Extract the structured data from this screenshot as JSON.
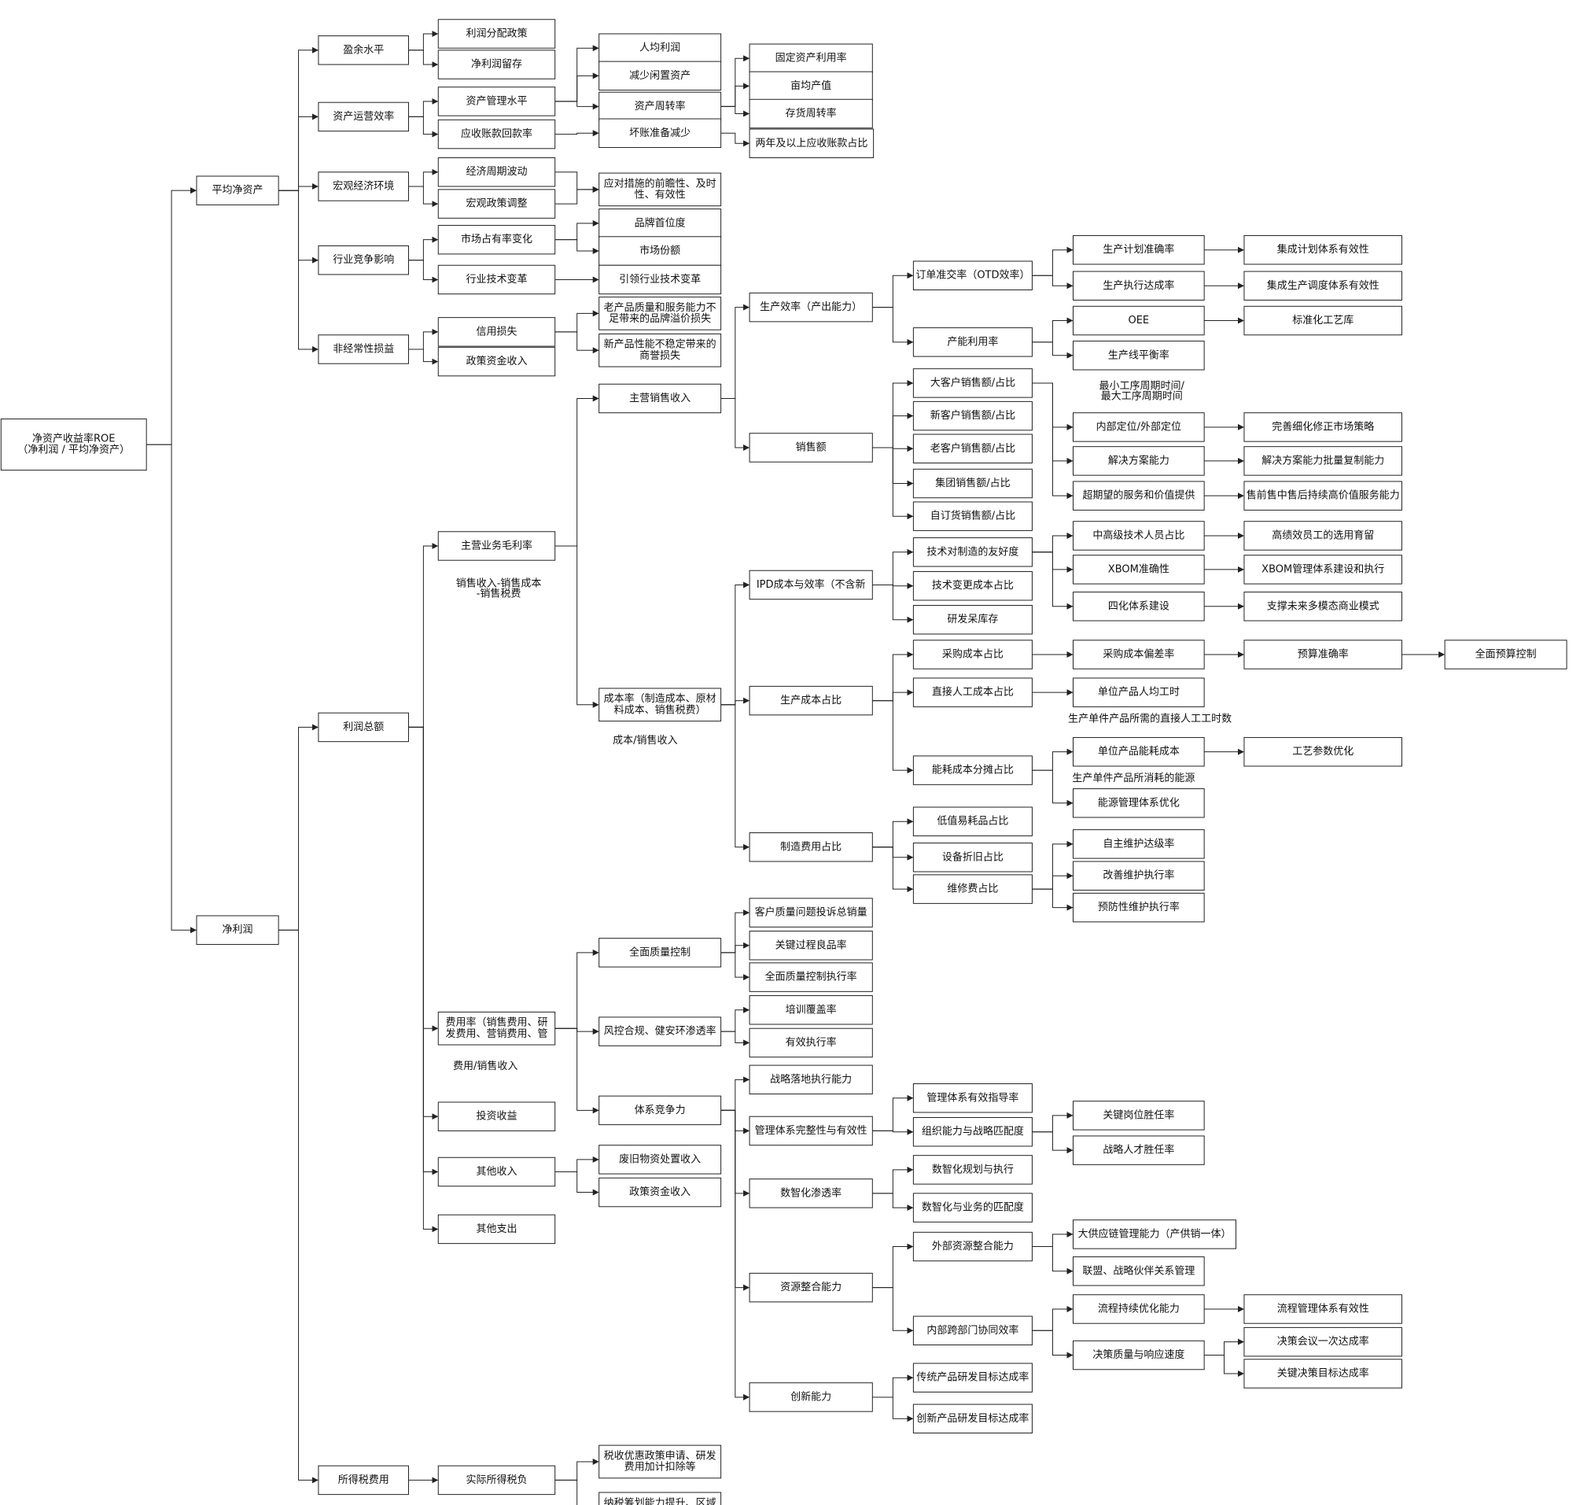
{
  "colors": {
    "line": "#222222",
    "box_fill": "#ffffff",
    "text": "#111111",
    "background": "#ffffff"
  },
  "nodes": [
    {
      "id": "root",
      "lines": [
        "净资产收益率ROE",
        "（净利润 / 平均净资产）"
      ]
    },
    {
      "id": "avg_assets",
      "lines": [
        "平均净资产"
      ]
    },
    {
      "id": "net_profit",
      "lines": [
        "净利润"
      ]
    },
    {
      "id": "surplus",
      "lines": [
        "盈余水平"
      ]
    },
    {
      "id": "asset_eff",
      "lines": [
        "资产运营效率"
      ]
    },
    {
      "id": "macro",
      "lines": [
        "宏观经济环境"
      ]
    },
    {
      "id": "industry",
      "lines": [
        "行业竞争影响"
      ]
    },
    {
      "id": "nonrecurring",
      "lines": [
        "非经常性损益"
      ]
    },
    {
      "id": "profit_dist",
      "lines": [
        "利润分配政策"
      ]
    },
    {
      "id": "retained",
      "lines": [
        "净利润留存"
      ]
    },
    {
      "id": "asset_mgmt",
      "lines": [
        "资产管理水平"
      ]
    },
    {
      "id": "receivable",
      "lines": [
        "应收账款回款率"
      ]
    },
    {
      "id": "cycle",
      "lines": [
        "经济周期波动"
      ]
    },
    {
      "id": "policy_adj",
      "lines": [
        "宏观政策调整"
      ]
    },
    {
      "id": "share_change",
      "lines": [
        "市场占有率变化"
      ]
    },
    {
      "id": "tech_change",
      "lines": [
        "行业技术变革"
      ]
    },
    {
      "id": "credit_loss",
      "lines": [
        "信用损失"
      ]
    },
    {
      "id": "gov_income1",
      "lines": [
        "政策资金收入"
      ]
    },
    {
      "id": "per_capita",
      "lines": [
        "人均利润"
      ]
    },
    {
      "id": "idle_assets",
      "lines": [
        "减少闲置资产"
      ]
    },
    {
      "id": "asset_turnover",
      "lines": [
        "资产周转率"
      ]
    },
    {
      "id": "bad_debt",
      "lines": [
        "坏账准备减少"
      ]
    },
    {
      "id": "response",
      "lines": [
        "应对措施的前瞻性、及时",
        "性、有效性"
      ]
    },
    {
      "id": "brand_rank",
      "lines": [
        "品牌首位度"
      ]
    },
    {
      "id": "market_share",
      "lines": [
        "市场份额"
      ]
    },
    {
      "id": "lead_tech",
      "lines": [
        "引领行业技术变革"
      ]
    },
    {
      "id": "old_quality",
      "lines": [
        "老产品质量和服务能力不",
        "足带来的品牌溢价损失"
      ]
    },
    {
      "id": "new_unstable",
      "lines": [
        "新产品性能不稳定带来的",
        "商誉损失"
      ]
    },
    {
      "id": "fixed_asset",
      "lines": [
        "固定资产利用率"
      ]
    },
    {
      "id": "output_mu",
      "lines": [
        "亩均产值"
      ]
    },
    {
      "id": "inventory",
      "lines": [
        "存货周转率"
      ]
    },
    {
      "id": "two_year_ar",
      "lines": [
        "两年及以上应收账款占比"
      ]
    },
    {
      "id": "total_profit",
      "lines": [
        "利润总额"
      ]
    },
    {
      "id": "income_tax",
      "lines": [
        "所得税费用"
      ]
    },
    {
      "id": "gross_margin",
      "lines": [
        "主营业务毛利率"
      ]
    },
    {
      "id": "expense_rate",
      "lines": [
        "费用率（销售费用、研",
        "发费用、营销费用、管"
      ]
    },
    {
      "id": "invest_income",
      "lines": [
        "投资收益"
      ]
    },
    {
      "id": "other_income",
      "lines": [
        "其他收入"
      ]
    },
    {
      "id": "other_expense",
      "lines": [
        "其他支出"
      ]
    },
    {
      "id": "actual_tax",
      "lines": [
        "实际所得税负"
      ]
    },
    {
      "id": "main_sales",
      "lines": [
        "主营销售收入"
      ]
    },
    {
      "id": "cost_rate",
      "lines": [
        "成本率（制造成本、原材",
        "料成本、销售税费）"
      ]
    },
    {
      "id": "tqc",
      "lines": [
        "全面质量控制"
      ]
    },
    {
      "id": "risk",
      "lines": [
        "风控合规、健安环渗透率"
      ]
    },
    {
      "id": "system_comp",
      "lines": [
        "体系竞争力"
      ]
    },
    {
      "id": "scrap",
      "lines": [
        "废旧物资处置收入"
      ]
    },
    {
      "id": "gov_income2",
      "lines": [
        "政策资金收入"
      ]
    },
    {
      "id": "tax_pref",
      "lines": [
        "税收优惠政策申请、研发",
        "费用加计扣除等"
      ]
    },
    {
      "id": "tax_plan",
      "lines": [
        "纳税筹划能力提升、区域",
        "税收优惠政策利用"
      ]
    },
    {
      "id": "prod_eff",
      "lines": [
        "生产效率（产出能力）"
      ]
    },
    {
      "id": "sales_amt",
      "lines": [
        "销售额"
      ]
    },
    {
      "id": "ipd",
      "lines": [
        "IPD成本与效率（不含新"
      ]
    },
    {
      "id": "prod_cost",
      "lines": [
        "生产成本占比"
      ]
    },
    {
      "id": "mfg_exp",
      "lines": [
        "制造费用占比"
      ]
    },
    {
      "id": "complaints",
      "lines": [
        "客户质量问题投诉总销量"
      ]
    },
    {
      "id": "key_yield",
      "lines": [
        "关键过程良品率"
      ]
    },
    {
      "id": "tqc_exec",
      "lines": [
        "全面质量控制执行率"
      ]
    },
    {
      "id": "training",
      "lines": [
        "培训覆盖率"
      ]
    },
    {
      "id": "eff_exec",
      "lines": [
        "有效执行率"
      ]
    },
    {
      "id": "strategy",
      "lines": [
        "战略落地执行能力"
      ]
    },
    {
      "id": "mgmt_system",
      "lines": [
        "管理体系完整性与有效性"
      ]
    },
    {
      "id": "digital",
      "lines": [
        "数智化渗透率"
      ]
    },
    {
      "id": "resource",
      "lines": [
        "资源整合能力"
      ]
    },
    {
      "id": "innovation",
      "lines": [
        "创新能力"
      ]
    },
    {
      "id": "otd",
      "lines": [
        "订单准交率（OTD效率）"
      ]
    },
    {
      "id": "capacity",
      "lines": [
        "产能利用率"
      ]
    },
    {
      "id": "big_cust",
      "lines": [
        "大客户销售额/占比"
      ]
    },
    {
      "id": "new_cust",
      "lines": [
        "新客户销售额/占比"
      ]
    },
    {
      "id": "old_cust",
      "lines": [
        "老客户销售额/占比"
      ]
    },
    {
      "id": "group_sales",
      "lines": [
        "集团销售额/占比"
      ]
    },
    {
      "id": "self_order",
      "lines": [
        "自订货销售额/占比"
      ]
    },
    {
      "id": "tech_friendly",
      "lines": [
        "技术对制造的友好度"
      ]
    },
    {
      "id": "tech_change_cost",
      "lines": [
        "技术变更成本占比"
      ]
    },
    {
      "id": "rd_scrap",
      "lines": [
        "研发呆库存"
      ]
    },
    {
      "id": "purchase_cost",
      "lines": [
        "采购成本占比"
      ]
    },
    {
      "id": "direct_labor",
      "lines": [
        "直接人工成本占比"
      ]
    },
    {
      "id": "energy_cost",
      "lines": [
        "能耗成本分摊占比"
      ]
    },
    {
      "id": "low_value",
      "lines": [
        "低值易耗品占比"
      ]
    },
    {
      "id": "depreciation",
      "lines": [
        "设备折旧占比"
      ]
    },
    {
      "id": "repair",
      "lines": [
        "维修费占比"
      ]
    },
    {
      "id": "mgmt_guide",
      "lines": [
        "管理体系有效指导率"
      ]
    },
    {
      "id": "org_match",
      "lines": [
        "组织能力与战略匹配度"
      ]
    },
    {
      "id": "digital_plan",
      "lines": [
        "数智化规划与执行"
      ]
    },
    {
      "id": "digital_match",
      "lines": [
        "数智化与业务的匹配度"
      ]
    },
    {
      "id": "external_res",
      "lines": [
        "外部资源整合能力"
      ]
    },
    {
      "id": "internal_coop",
      "lines": [
        "内部跨部门协同效率"
      ]
    },
    {
      "id": "trad_rd",
      "lines": [
        "传统产品研发目标达成率"
      ]
    },
    {
      "id": "innov_rd",
      "lines": [
        "创新产品研发目标达成率"
      ]
    },
    {
      "id": "plan_acc",
      "lines": [
        "生产计划准确率"
      ]
    },
    {
      "id": "exec_rate",
      "lines": [
        "生产执行达成率"
      ]
    },
    {
      "id": "oee",
      "lines": [
        "OEE"
      ]
    },
    {
      "id": "line_balance",
      "lines": [
        "生产线平衡率"
      ]
    },
    {
      "id": "positioning",
      "lines": [
        "内部定位/外部定位"
      ]
    },
    {
      "id": "solution",
      "lines": [
        "解决方案能力"
      ]
    },
    {
      "id": "exceed",
      "lines": [
        "超期望的服务和价值提供"
      ]
    },
    {
      "id": "senior_tech",
      "lines": [
        "中高级技术人员占比"
      ]
    },
    {
      "id": "xbom",
      "lines": [
        "XBOM准确性"
      ]
    },
    {
      "id": "four_system",
      "lines": [
        "四化体系建设"
      ]
    },
    {
      "id": "purchase_dev",
      "lines": [
        "采购成本偏差率"
      ]
    },
    {
      "id": "unit_labor",
      "lines": [
        "单位产品人均工时"
      ]
    },
    {
      "id": "unit_energy",
      "lines": [
        "单位产品能耗成本"
      ]
    },
    {
      "id": "energy_mgmt",
      "lines": [
        "能源管理体系优化"
      ]
    },
    {
      "id": "self_maint",
      "lines": [
        "自主维护达级率"
      ]
    },
    {
      "id": "improve_maint",
      "lines": [
        "改善维护执行率"
      ]
    },
    {
      "id": "prevent_maint",
      "lines": [
        "预防性维护执行率"
      ]
    },
    {
      "id": "key_post",
      "lines": [
        "关键岗位胜任率"
      ]
    },
    {
      "id": "strategic_talent",
      "lines": [
        "战略人才胜任率"
      ]
    },
    {
      "id": "supply_chain",
      "lines": [
        "大供应链管理能力（产供销一体）"
      ]
    },
    {
      "id": "alliance",
      "lines": [
        "联盟、战略伙伴关系管理"
      ]
    },
    {
      "id": "process_opt",
      "lines": [
        "流程持续优化能力"
      ]
    },
    {
      "id": "decision",
      "lines": [
        "决策质量与响应速度"
      ]
    },
    {
      "id": "integ_plan",
      "lines": [
        "集成计划体系有效性"
      ]
    },
    {
      "id": "integ_sched",
      "lines": [
        "集成生产调度体系有效性"
      ]
    },
    {
      "id": "std_process",
      "lines": [
        "标准化工艺库"
      ]
    },
    {
      "id": "market_strategy",
      "lines": [
        "完善细化修正市场策略"
      ]
    },
    {
      "id": "solution_copy",
      "lines": [
        "解决方案能力批量复制能力"
      ]
    },
    {
      "id": "after_sales",
      "lines": [
        "售前售中售后持续高价值服务能力"
      ]
    },
    {
      "id": "high_perf",
      "lines": [
        "高绩效员工的选用育留"
      ]
    },
    {
      "id": "xbom_system",
      "lines": [
        "XBOM管理体系建设和执行"
      ]
    },
    {
      "id": "multi_mode",
      "lines": [
        "支撑未来多模态商业模式"
      ]
    },
    {
      "id": "budget_acc",
      "lines": [
        "预算准确率"
      ]
    },
    {
      "id": "process_sys",
      "lines": [
        "流程管理体系有效性"
      ]
    },
    {
      "id": "meeting_once",
      "lines": [
        "决策会议一次达成率"
      ]
    },
    {
      "id": "key_decision",
      "lines": [
        "关键决策目标达成率"
      ]
    },
    {
      "id": "process_param",
      "lines": [
        "工艺参数优化"
      ]
    },
    {
      "id": "full_budget",
      "lines": [
        "全面预算控制"
      ]
    }
  ],
  "notes": [
    {
      "id": "note_gross",
      "lines": [
        "销售收入-销售成本",
        "-销售税费"
      ]
    },
    {
      "id": "note_cost",
      "lines": [
        "成本/销售收入"
      ]
    },
    {
      "id": "note_expense",
      "lines": [
        "费用/销售收入"
      ]
    },
    {
      "id": "note_cycle",
      "lines": [
        "最小工序周期时间/",
        "最大工序周期时间"
      ]
    },
    {
      "id": "note_labor",
      "lines": [
        "生产单件产品所需的直接人工工时数"
      ]
    },
    {
      "id": "note_energy",
      "lines": [
        "生产单件产品所消耗的能源"
      ]
    }
  ],
  "edges": [
    [
      "root",
      [
        "avg_assets",
        "net_profit"
      ]
    ],
    [
      "avg_assets",
      [
        "surplus",
        "asset_eff",
        "macro",
        "industry",
        "nonrecurring"
      ]
    ],
    [
      "surplus",
      [
        "profit_dist",
        "retained"
      ]
    ],
    [
      "asset_eff",
      [
        "asset_mgmt",
        "receivable"
      ]
    ],
    [
      "macro",
      [
        "cycle",
        "policy_adj"
      ]
    ],
    [
      "industry",
      [
        "share_change",
        "tech_change"
      ]
    ],
    [
      "nonrecurring",
      [
        "credit_loss",
        "gov_income1"
      ]
    ],
    [
      "asset_mgmt",
      [
        "per_capita",
        "idle_assets",
        "asset_turnover"
      ]
    ],
    [
      "receivable",
      [
        "bad_debt"
      ]
    ],
    [
      "cycle",
      [
        "response"
      ]
    ],
    [
      "policy_adj",
      [
        "response"
      ]
    ],
    [
      "share_change",
      [
        "brand_rank",
        "market_share"
      ]
    ],
    [
      "tech_change",
      [
        "lead_tech"
      ]
    ],
    [
      "credit_loss",
      [
        "old_quality",
        "new_unstable"
      ]
    ],
    [
      "asset_turnover",
      [
        "fixed_asset",
        "output_mu",
        "inventory"
      ]
    ],
    [
      "bad_debt",
      [
        "two_year_ar"
      ]
    ],
    [
      "net_profit",
      [
        "total_profit",
        "income_tax"
      ]
    ],
    [
      "total_profit",
      [
        "gross_margin",
        "expense_rate",
        "invest_income",
        "other_income",
        "other_expense"
      ]
    ],
    [
      "gross_margin",
      [
        "main_sales",
        "cost_rate"
      ]
    ],
    [
      "main_sales",
      [
        "prod_eff",
        "sales_amt"
      ]
    ],
    [
      "cost_rate",
      [
        "ipd",
        "prod_cost",
        "mfg_exp"
      ]
    ],
    [
      "expense_rate",
      [
        "tqc",
        "risk",
        "system_comp"
      ]
    ],
    [
      "other_income",
      [
        "scrap",
        "gov_income2"
      ]
    ],
    [
      "income_tax",
      [
        "actual_tax"
      ]
    ],
    [
      "actual_tax",
      [
        "tax_pref",
        "tax_plan"
      ]
    ],
    [
      "prod_eff",
      [
        "otd",
        "capacity"
      ]
    ],
    [
      "otd",
      [
        "plan_acc",
        "exec_rate"
      ]
    ],
    [
      "capacity",
      [
        "oee",
        "line_balance"
      ]
    ],
    [
      "plan_acc",
      [
        "integ_plan"
      ]
    ],
    [
      "exec_rate",
      [
        "integ_sched"
      ]
    ],
    [
      "oee",
      [
        "std_process"
      ]
    ],
    [
      "sales_amt",
      [
        "big_cust",
        "new_cust",
        "old_cust",
        "group_sales",
        "self_order"
      ]
    ],
    [
      "big_cust",
      [
        "positioning",
        "solution",
        "exceed"
      ]
    ],
    [
      "positioning",
      [
        "market_strategy"
      ]
    ],
    [
      "solution",
      [
        "solution_copy"
      ]
    ],
    [
      "exceed",
      [
        "after_sales"
      ]
    ],
    [
      "ipd",
      [
        "tech_friendly",
        "tech_change_cost",
        "rd_scrap"
      ]
    ],
    [
      "tech_friendly",
      [
        "senior_tech",
        "xbom",
        "four_system"
      ]
    ],
    [
      "senior_tech",
      [
        "high_perf"
      ]
    ],
    [
      "xbom",
      [
        "xbom_system"
      ]
    ],
    [
      "four_system",
      [
        "multi_mode"
      ]
    ],
    [
      "prod_cost",
      [
        "purchase_cost",
        "direct_labor",
        "energy_cost"
      ]
    ],
    [
      "purchase_cost",
      [
        "purchase_dev"
      ]
    ],
    [
      "purchase_dev",
      [
        "budget_acc"
      ]
    ],
    [
      "budget_acc",
      [
        "full_budget"
      ]
    ],
    [
      "direct_labor",
      [
        "unit_labor"
      ]
    ],
    [
      "energy_cost",
      [
        "unit_energy",
        "energy_mgmt"
      ]
    ],
    [
      "unit_energy",
      [
        "process_param"
      ]
    ],
    [
      "mfg_exp",
      [
        "low_value",
        "depreciation",
        "repair"
      ]
    ],
    [
      "repair",
      [
        "self_maint",
        "improve_maint",
        "prevent_maint"
      ]
    ],
    [
      "tqc",
      [
        "complaints",
        "key_yield",
        "tqc_exec"
      ]
    ],
    [
      "risk",
      [
        "training",
        "eff_exec"
      ]
    ],
    [
      "system_comp",
      [
        "strategy",
        "mgmt_system",
        "digital",
        "resource",
        "innovation"
      ]
    ],
    [
      "mgmt_system",
      [
        "mgmt_guide",
        "org_match"
      ]
    ],
    [
      "org_match",
      [
        "key_post",
        "strategic_talent"
      ]
    ],
    [
      "digital",
      [
        "digital_plan",
        "digital_match"
      ]
    ],
    [
      "resource",
      [
        "external_res",
        "internal_coop"
      ]
    ],
    [
      "external_res",
      [
        "supply_chain",
        "alliance"
      ]
    ],
    [
      "internal_coop",
      [
        "process_opt",
        "decision"
      ]
    ],
    [
      "process_opt",
      [
        "process_sys"
      ]
    ],
    [
      "decision",
      [
        "meeting_once",
        "key_decision"
      ]
    ],
    [
      "innovation",
      [
        "trad_rd",
        "innov_rd"
      ]
    ]
  ]
}
